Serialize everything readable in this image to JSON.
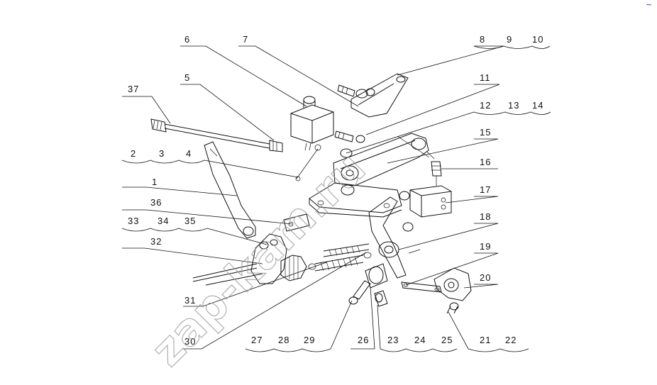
{
  "diagram": {
    "watermark": "zap-kam.ru",
    "corner_mark": "∼",
    "callouts": [
      {
        "id": "c1",
        "text": "1"
      },
      {
        "id": "c2",
        "text": "2"
      },
      {
        "id": "c3",
        "text": "3"
      },
      {
        "id": "c4",
        "text": "4"
      },
      {
        "id": "c5",
        "text": "5"
      },
      {
        "id": "c6",
        "text": "6"
      },
      {
        "id": "c7",
        "text": "7"
      },
      {
        "id": "c8",
        "text": "8"
      },
      {
        "id": "c9",
        "text": "9"
      },
      {
        "id": "c10",
        "text": "10"
      },
      {
        "id": "c11",
        "text": "11"
      },
      {
        "id": "c12",
        "text": "12"
      },
      {
        "id": "c13",
        "text": "13"
      },
      {
        "id": "c14",
        "text": "14"
      },
      {
        "id": "c15",
        "text": "15"
      },
      {
        "id": "c16",
        "text": "16"
      },
      {
        "id": "c17",
        "text": "17"
      },
      {
        "id": "c18",
        "text": "18"
      },
      {
        "id": "c19",
        "text": "19"
      },
      {
        "id": "c20",
        "text": "20"
      },
      {
        "id": "c21",
        "text": "21"
      },
      {
        "id": "c22",
        "text": "22"
      },
      {
        "id": "c23",
        "text": "23"
      },
      {
        "id": "c24",
        "text": "24"
      },
      {
        "id": "c25",
        "text": "25"
      },
      {
        "id": "c26",
        "text": "26"
      },
      {
        "id": "c27",
        "text": "27"
      },
      {
        "id": "c28",
        "text": "28"
      },
      {
        "id": "c29",
        "text": "29"
      },
      {
        "id": "c30",
        "text": "30"
      },
      {
        "id": "c31",
        "text": "31"
      },
      {
        "id": "c32",
        "text": "32"
      },
      {
        "id": "c33",
        "text": "33"
      },
      {
        "id": "c34",
        "text": "34"
      },
      {
        "id": "c35",
        "text": "35"
      },
      {
        "id": "c36",
        "text": "36"
      },
      {
        "id": "c37",
        "text": "37"
      }
    ]
  }
}
